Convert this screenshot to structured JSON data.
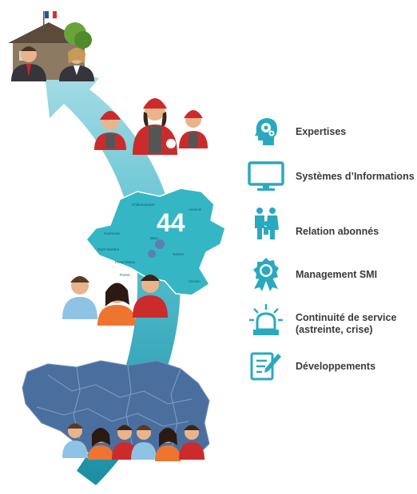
{
  "colors": {
    "teal": "#29a9bf",
    "teal_light": "#8fd2de",
    "teal_dark": "#1a8ea3",
    "map_teal": "#35b6c4",
    "map_blue": "#4a6f9f",
    "red": "#cc2b2b",
    "orange": "#ee7530",
    "light_blue": "#8ec3e6",
    "dark_suit": "#35353b",
    "text": "#3a3a3a"
  },
  "map": {
    "department_number": "44",
    "places": [
      "Châteaubriant",
      "Ancenis",
      "Nantes",
      "Saint-Nazaire",
      "Clisson",
      "Pornic",
      "Guérande",
      "Pontchâteau",
      "Blain"
    ]
  },
  "legend": {
    "items": [
      {
        "icon": "head-gears-icon",
        "label_lines": [
          "Expertises"
        ]
      },
      {
        "icon": "monitor-icon",
        "label_lines": [
          "Systèmes d’Informations"
        ]
      },
      {
        "icon": "family-icon",
        "label_lines": [
          "Relation abonnés"
        ]
      },
      {
        "icon": "award-badge-icon",
        "label_lines": [
          "Management SMI"
        ]
      },
      {
        "icon": "alarm-beacon-icon",
        "label_lines": [
          "Continuité de service",
          "(astreinte, crise)"
        ]
      },
      {
        "icon": "document-pen-icon",
        "label_lines": [
          "Développements"
        ]
      }
    ]
  }
}
